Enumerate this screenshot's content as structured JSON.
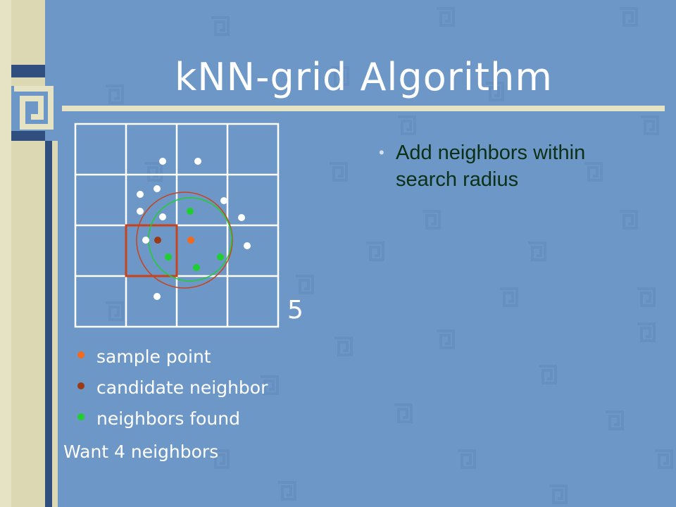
{
  "title": "kNN-grid Algorithm",
  "bullet": "Add neighbors within search radius",
  "grid_label": "5",
  "legend": [
    {
      "label": "sample point",
      "color": "#f26a1b"
    },
    {
      "label": "candidate neighbor",
      "color": "#9a3a17"
    },
    {
      "label": "neighbors found",
      "color": "#1fcf2f"
    }
  ],
  "footnote": "Want 4 neighbors",
  "colors": {
    "background": "#6d97c7",
    "grid_line": "#ffffff",
    "highlight_cell": "#c8431c",
    "outer_circle": "#c8431c",
    "inner_circle": "#1fcf2f",
    "point": "#ffffff"
  }
}
